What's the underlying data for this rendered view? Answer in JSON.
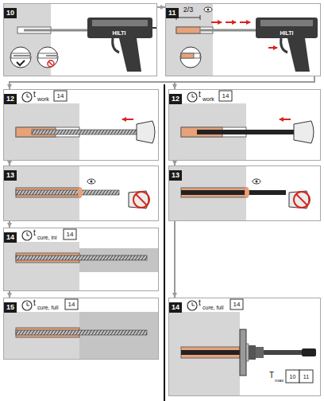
{
  "diagram": {
    "nodes": [
      {
        "text": [
          "10"
        ]
      },
      {
        "text": [
          "11"
        ]
      },
      {
        "text": [
          "12"
        ]
      },
      {
        "text": [
          "13"
        ]
      },
      {
        "text": [
          "14"
        ]
      },
      {
        "text": [
          "15"
        ]
      },
      {
        "text": [
          "12"
        ]
      },
      {
        "text": [
          "13"
        ]
      },
      {
        "text": [
          "14"
        ]
      }
    ],
    "edges": [
      {
        "from": 0,
        "to": 1,
        "arrow": "to"
      },
      {
        "from": 1,
        "to": 2,
        "arrow": "to"
      },
      {
        "from": 1,
        "to": 6,
        "arrow": "to"
      },
      {
        "from": 2,
        "to": 3,
        "arrow": "to"
      },
      {
        "from": 3,
        "to": 4,
        "arrow": "to"
      },
      {
        "from": 4,
        "to": 5,
        "arrow": "to"
      },
      {
        "from": 6,
        "to": 7,
        "arrow": "to"
      },
      {
        "from": 7,
        "to": 8,
        "arrow": "to"
      }
    ],
    "labels": [
      "HILTI",
      "HILTI",
      "2/3",
      "t",
      "work",
      "14",
      "t",
      "cure, ini",
      "14",
      "t",
      "cure, full",
      "14",
      "t",
      "work",
      "14",
      "t",
      "cure, full",
      "14",
      "T",
      "max",
      "10",
      "11"
    ]
  }
}
